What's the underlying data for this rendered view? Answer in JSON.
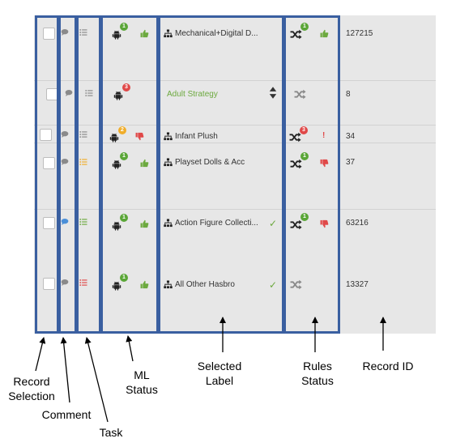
{
  "rows": [
    {
      "ml_badge": "1",
      "label": "Mechanical+Digital D...",
      "label_check": "",
      "rules_badge": "1",
      "record_id": "127215"
    },
    {
      "ml_badge": "3",
      "label": "Adult Strategy",
      "label_check": "",
      "rules_badge": "",
      "record_id": "8"
    },
    {
      "ml_badge": "2",
      "label": "Infant Plush",
      "label_check": "",
      "rules_badge": "3",
      "rules_alert": "!",
      "record_id": "34"
    },
    {
      "ml_badge": "1",
      "label": "Playset Dolls & Acc",
      "label_check": "",
      "rules_badge": "1",
      "record_id": "37"
    },
    {
      "ml_badge": "1",
      "label": "Action Figure Collecti...",
      "label_check": "✓",
      "rules_badge": "1",
      "record_id": "63216"
    },
    {
      "ml_badge": "1",
      "label": "All Other Hasbro",
      "label_check": "✓",
      "rules_badge": "",
      "record_id": "13327"
    }
  ],
  "annotations": {
    "record_selection": "Record Selection",
    "comment": "Comment",
    "task": "Task",
    "ml_status": "ML Status",
    "selected_label": "Selected Label",
    "rules_status": "Rules Status",
    "record_id": "Record ID"
  },
  "colors": {
    "highlight_blue": "#3a5fa0",
    "ok_green": "#6ca93e",
    "bad_red": "#e04848",
    "grid_bg": "#e7e7e7"
  }
}
